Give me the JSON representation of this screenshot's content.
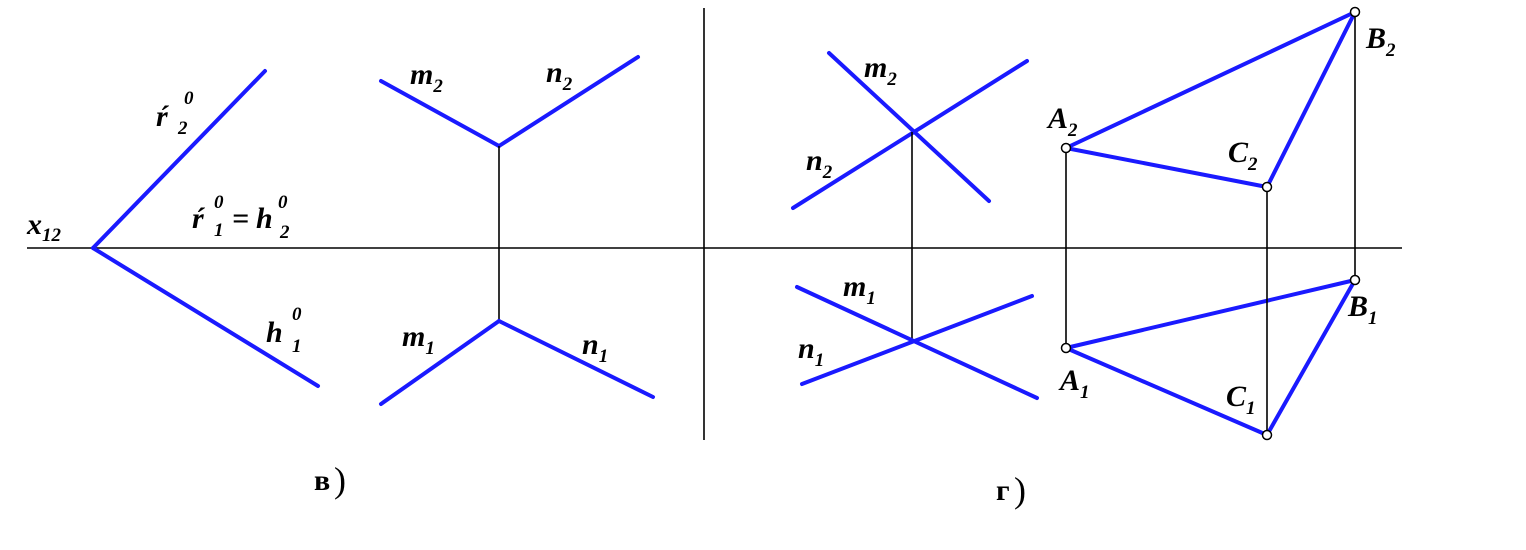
{
  "colors": {
    "line": "#1a1aff",
    "thin": "#000000",
    "background": "#ffffff"
  },
  "axis_label": {
    "main": "x",
    "sub": "12"
  },
  "left_panel": {
    "caption": "в",
    "caption_paren": ")",
    "f2": {
      "main": "ŕ",
      "sub": "2",
      "sup": "0"
    },
    "f1": {
      "main": "ŕ",
      "sub": "1",
      "sup": "0"
    },
    "equals": "=",
    "h2": {
      "main": "h",
      "sub": "2",
      "sup": "0"
    },
    "h1": {
      "main": "h",
      "sub": "1",
      "sup": "0"
    },
    "m2": {
      "main": "m",
      "sub": "2"
    },
    "n2": {
      "main": "n",
      "sub": "2"
    },
    "m1": {
      "main": "m",
      "sub": "1"
    },
    "n1": {
      "main": "n",
      "sub": "1"
    }
  },
  "right_panel": {
    "caption": "г",
    "caption_paren": ")",
    "m2": {
      "main": "m",
      "sub": "2"
    },
    "n2": {
      "main": "n",
      "sub": "2"
    },
    "m1": {
      "main": "m",
      "sub": "1"
    },
    "n1": {
      "main": "n",
      "sub": "1"
    },
    "A2": {
      "main": "A",
      "sub": "2"
    },
    "B2": {
      "main": "B",
      "sub": "2"
    },
    "C2": {
      "main": "C",
      "sub": "2"
    },
    "A1": {
      "main": "A",
      "sub": "1"
    },
    "B1": {
      "main": "B",
      "sub": "1"
    },
    "C1": {
      "main": "C",
      "sub": "1"
    }
  }
}
